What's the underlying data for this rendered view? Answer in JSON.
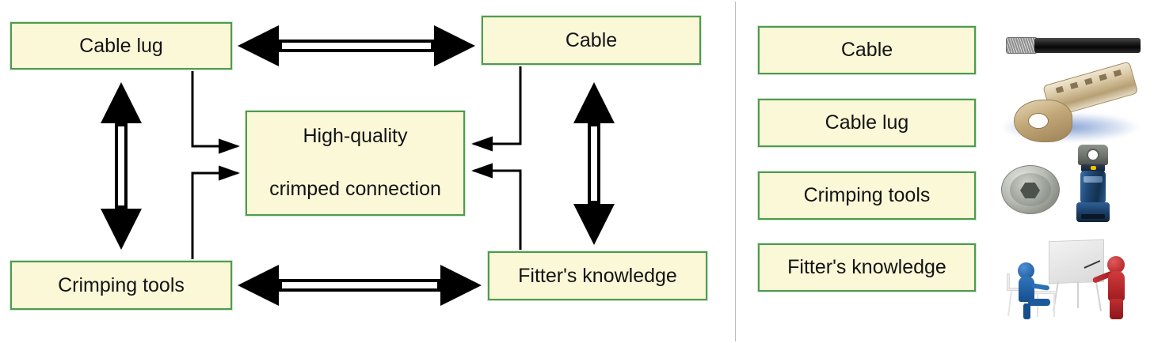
{
  "diagram": {
    "title_text": null,
    "colors": {
      "node_fill": "#FBF8D8",
      "node_border": "#4E9C4E",
      "arrow": "#000000",
      "divider": "#bdbdbd",
      "text": "#141414"
    },
    "left_panel": {
      "nodes": {
        "cable_lug": "Cable  lug",
        "cable": "Cable",
        "crimping_tools": "Crimping tools",
        "fitters_knowledge": "Fitter's knowledge",
        "center_line1": "High-quality",
        "center_line2": "crimped connection"
      },
      "connections": [
        {
          "from": "Cable  lug",
          "to": "Cable",
          "style": "double-headed-block-arrow",
          "orientation": "horizontal"
        },
        {
          "from": "Crimping tools",
          "to": "Fitter's knowledge",
          "style": "double-headed-block-arrow",
          "orientation": "horizontal"
        },
        {
          "from": "Cable  lug",
          "to": "Crimping tools",
          "style": "double-headed-block-arrow",
          "orientation": "vertical"
        },
        {
          "from": "Cable",
          "to": "Fitter's knowledge",
          "style": "double-headed-block-arrow",
          "orientation": "vertical"
        },
        {
          "from": "Cable  lug",
          "to": "High-quality crimped connection",
          "style": "elbow-arrow",
          "orientation": "left-down-right"
        },
        {
          "from": "Crimping tools",
          "to": "High-quality crimped connection",
          "style": "elbow-arrow",
          "orientation": "left-up-right"
        },
        {
          "from": "Cable",
          "to": "High-quality crimped connection",
          "style": "elbow-arrow",
          "orientation": "right-down-left"
        },
        {
          "from": "Fitter's knowledge",
          "to": "High-quality crimped connection",
          "style": "elbow-arrow",
          "orientation": "right-up-left"
        }
      ]
    },
    "right_panel": {
      "legend_items": [
        {
          "label": "Cable",
          "image": "cable-photo"
        },
        {
          "label": "Cable  lug",
          "image": "cable-lug-photo"
        },
        {
          "label": "Crimping tools",
          "image": "crimping-die-and-tool-photo"
        },
        {
          "label": "Fitter's knowledge",
          "image": "training-illustration"
        }
      ]
    }
  }
}
